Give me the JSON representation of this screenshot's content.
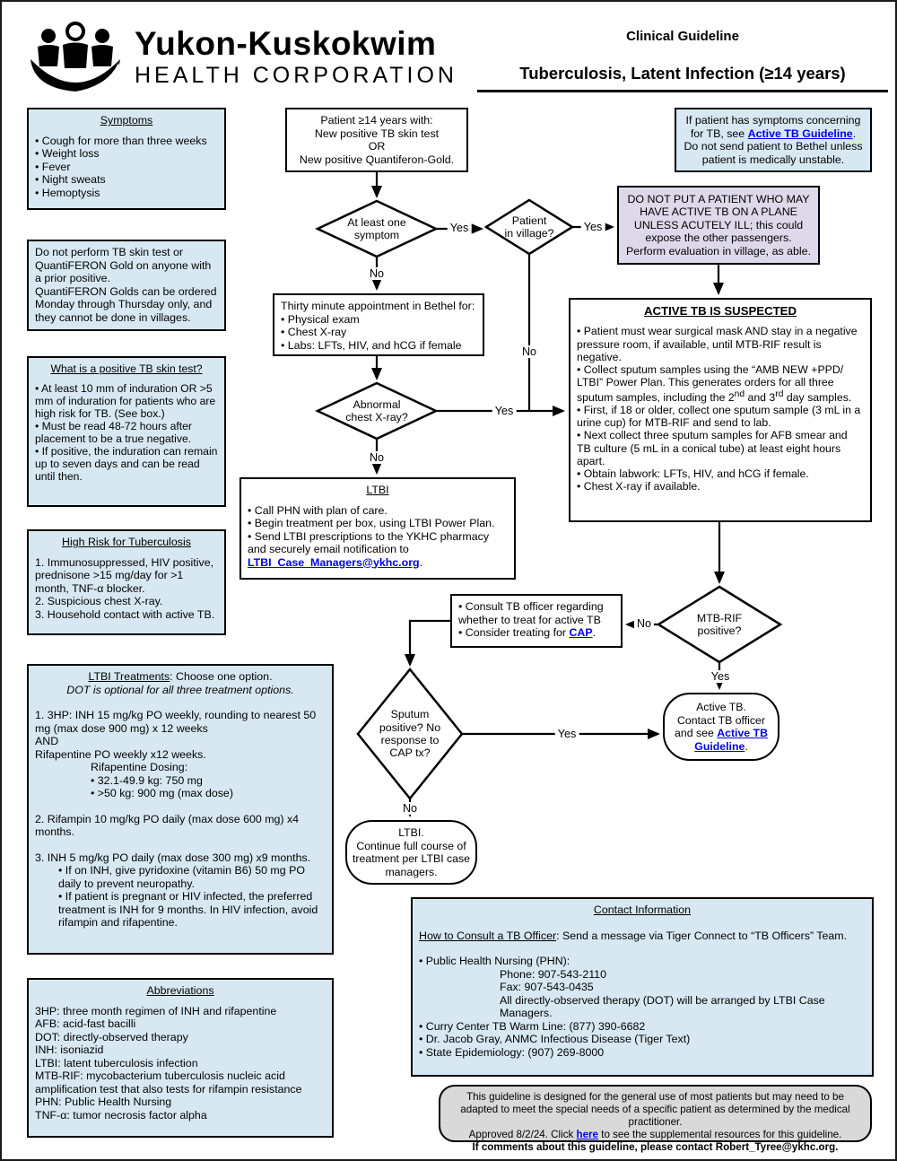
{
  "header": {
    "org_line1": "Yukon-Kuskokwim",
    "org_line2": "HEALTH CORPORATION",
    "doc_type": "Clinical Guideline",
    "title": "Tuberculosis, Latent Infection (≥14 years)"
  },
  "labels": {
    "yes": "Yes",
    "no": "No"
  },
  "left": {
    "symptoms": {
      "title": "Symptoms",
      "items": [
        "• Cough for more than three weeks",
        "• Weight loss",
        "• Fever",
        "• Night sweats",
        "• Hemoptysis"
      ]
    },
    "prior_positive": {
      "p1": "Do not perform TB skin test or QuantiFERON Gold on anyone with a prior positive.",
      "p2": "QuantiFERON Golds can be ordered Monday through Thursday only, and they cannot be done in villages."
    },
    "skin_test": {
      "title": "What is a positive TB skin test?",
      "items": [
        "• At least 10 mm of induration OR >5 mm of induration for patients who are high risk for TB. (See box.)",
        "• Must be read 48-72 hours after placement to be a true negative.",
        "• If positive, the induration can remain up to seven days and can be read until then."
      ]
    },
    "high_risk": {
      "title": "High Risk for Tuberculosis",
      "items": [
        "1. Immunosuppressed, HIV positive, prednisone >15 mg/day for >1 month, TNF-α blocker.",
        "2. Suspicious chest X-ray.",
        "3. Household contact with active TB."
      ]
    },
    "treatments": {
      "title_u": "LTBI Treatments",
      "title_rest": ": Choose one option.",
      "subtitle": "DOT is optional for all three treatment options.",
      "opt1a": "1. 3HP: INH 15 mg/kg PO weekly, rounding to nearest 50 mg (max dose 900 mg) x 12 weeks",
      "opt1b": "AND",
      "opt1c": "Rifapentine PO weekly x12 weeks.",
      "dosing_title": "Rifapentine Dosing:",
      "dosing1": "• 32.1-49.9 kg: 750 mg",
      "dosing2": "• >50 kg: 900 mg (max dose)",
      "opt2": "2. Rifampin 10 mg/kg PO daily (max dose 600 mg) x4 months.",
      "opt3": "3. INH 5 mg/kg PO daily (max dose 300 mg) x9 months.",
      "opt3a": "• If on INH, give pyridoxine (vitamin B6) 50 mg PO daily to prevent neuropathy.",
      "opt3b": "• If patient is pregnant or HIV infected, the preferred treatment is INH for 9 months. In HIV infection, avoid rifampin and rifapentine."
    },
    "abbreviations": {
      "title": "Abbreviations",
      "items": [
        "3HP: three month regimen of INH and rifapentine",
        "AFB: acid-fast bacilli",
        "DOT: directly-observed therapy",
        "INH: isoniazid",
        "LTBI: latent tuberculosis infection",
        "MTB-RIF: mycobacterium tuberculosis nucleic acid amplification test that also tests for rifampin resistance",
        "PHN: Public Health Nursing",
        "TNF-α: tumor necrosis factor alpha"
      ]
    }
  },
  "flow": {
    "start": "Patient ≥14 years with:\nNew positive TB skin test\nOR\nNew positive Quantiferon-Gold.",
    "d_symptom": "At least one\nsymptom",
    "d_village": "Patient\nin village?",
    "referral": {
      "pre": "If patient has symptoms concerning for TB, see ",
      "link": "Active TB Guideline",
      "post": ". Do not send patient to Bethel unless patient is medically unstable."
    },
    "plane": "DO NOT PUT A PATIENT WHO MAY HAVE ACTIVE TB ON A PLANE UNLESS ACUTELY ILL; this could expose the other passengers.\nPerform evaluation in village, as able.",
    "bethel": {
      "line1": "Thirty minute appointment in Bethel for:",
      "items": [
        "• Physical exam",
        "• Chest X-ray",
        "• Labs: LFTs, HIV, and hCG if female"
      ]
    },
    "d_xray": "Abnormal\nchest X-ray?",
    "ltbi": {
      "title": "LTBI",
      "b1": "• Call PHN with plan of care.",
      "b2": "• Begin treatment per box, using LTBI Power Plan.",
      "b3_pre": "• Send LTBI prescriptions to the YKHC pharmacy and securely email notification to ",
      "b3_link": "LTBI_Case_Managers@ykhc.org",
      "b3_post": "."
    },
    "active": {
      "title": "ACTIVE TB IS SUSPECTED",
      "b1": "• Patient must wear surgical mask AND stay in a negative pressure room, if available, until MTB-RIF result is negative.",
      "b2_p1": "• Collect sputum samples using the “AMB NEW +PPD/ LTBI” Power Plan. This generates orders for all three sputum samples, including the 2",
      "b2_sup1": "nd",
      "b2_p2": " and 3",
      "b2_sup2": "rd",
      "b2_p3": " day samples.",
      "b3": "• First, if 18 or older, collect one sputum sample (3 mL in a urine cup) for MTB-RIF and send to lab.",
      "b4": "• Next collect three sputum samples for AFB smear and TB culture (5 mL in a conical tube) at least eight hours apart.",
      "b5": "• Obtain labwork: LFTs, HIV, and hCG if female.",
      "b6": "• Chest X-ray if available."
    },
    "d_mtbrif": "MTB-RIF\npositive?",
    "consult": {
      "b1": "• Consult TB officer regarding whether to treat for active TB",
      "b2_pre": "• Consider treating for ",
      "b2_link": "CAP",
      "b2_post": "."
    },
    "d_sputum": "Sputum\npositive? No\nresponse to\nCAP tx?",
    "t_active": {
      "pre": "Active TB.\nContact TB officer\nand see ",
      "link": "Active TB Guideline",
      "post": "."
    },
    "t_ltbi": "LTBI.\nContinue full course of\ntreatment per LTBI case\nmanagers."
  },
  "contact": {
    "title": "Contact Information",
    "how_u": "How to Consult a TB Officer",
    "how_rest": ": Send a message via Tiger Connect to “TB Officers” Team.",
    "phn": "• Public Health Nursing (PHN):",
    "phone": "Phone: 907-543-2110",
    "fax": "Fax: 907-543-0435",
    "dot": "All directly-observed therapy (DOT) will be arranged by LTBI Case Managers.",
    "warm": "• Curry Center TB Warm Line: (877) 390-6682",
    "gray": "• Dr. Jacob Gray, ANMC Infectious Disease (Tiger Text)",
    "epi": "• State Epidemiology: (907) 269-8000"
  },
  "disclaimer": {
    "l1": "This guideline is designed for the general use of most patients but may need to be adapted to meet the special needs of a specific patient as determined by the medical practitioner.",
    "l2_pre": "Approved 8/2/24. Click ",
    "l2_link": "here",
    "l2_post": " to see the supplemental resources for this guideline.",
    "l3": "If comments about this guideline, please contact Robert_Tyree@ykhc.org."
  }
}
